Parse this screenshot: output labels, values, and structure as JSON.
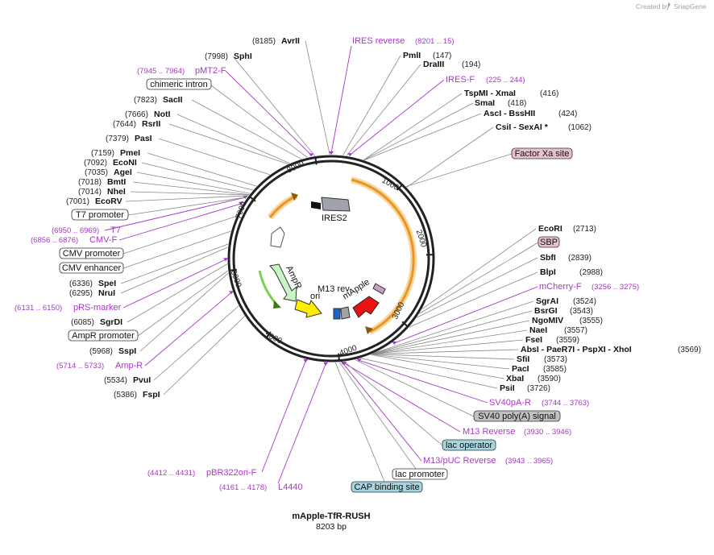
{
  "credit": {
    "text": "Created by",
    "brand": "SnapGene"
  },
  "map": {
    "name": "mApple-TfR-RUSH",
    "length": "8203 bp",
    "total_bp": 8203
  },
  "ticks": [
    "1000",
    "2000",
    "3000",
    "4000",
    "5000",
    "6000",
    "7000",
    "8000"
  ],
  "inner_features": [
    {
      "label": "IRES2"
    },
    {
      "label": "mApple"
    },
    {
      "label": "M13 rev"
    },
    {
      "label": "AmpR"
    },
    {
      "label": "ori"
    }
  ],
  "sites": [
    {
      "name": "AvrII",
      "pos": "(8185)",
      "bp": 8185
    },
    {
      "name": "SphI",
      "pos": "(7998)",
      "bp": 7998
    },
    {
      "name": "SacII",
      "pos": "(7823)",
      "bp": 7823
    },
    {
      "name": "NotI",
      "pos": "(7666)",
      "bp": 7666
    },
    {
      "name": "RsrII",
      "pos": "(7644)",
      "bp": 7644
    },
    {
      "name": "PasI",
      "pos": "(7379)",
      "bp": 7379
    },
    {
      "name": "PmeI",
      "pos": "(7159)",
      "bp": 7159
    },
    {
      "name": "EcoNI",
      "pos": "(7092)",
      "bp": 7092
    },
    {
      "name": "AgeI",
      "pos": "(7035)",
      "bp": 7035
    },
    {
      "name": "BmtI",
      "pos": "(7018)",
      "bp": 7018
    },
    {
      "name": "NheI",
      "pos": "(7014)",
      "bp": 7014
    },
    {
      "name": "EcoRV",
      "pos": "(7001)",
      "bp": 7001
    },
    {
      "name": "SpeI",
      "pos": "(6336)",
      "bp": 6336
    },
    {
      "name": "NruI",
      "pos": "(6295)",
      "bp": 6295
    },
    {
      "name": "SgrDI",
      "pos": "(6085)",
      "bp": 6085
    },
    {
      "name": "SspI",
      "pos": "(5968)",
      "bp": 5968
    },
    {
      "name": "PvuI",
      "pos": "(5534)",
      "bp": 5534
    },
    {
      "name": "FspI",
      "pos": "(5386)",
      "bp": 5386
    },
    {
      "name": "PmlI",
      "pos": "(147)",
      "bp": 147
    },
    {
      "name": "DraIII",
      "pos": "(194)",
      "bp": 194
    },
    {
      "name": "TspMI  -  XmaI",
      "pos": "(416)",
      "bp": 416
    },
    {
      "name": "SmaI",
      "pos": "(418)",
      "bp": 418
    },
    {
      "name": "AscI  -  BssHII",
      "pos": "(424)",
      "bp": 424
    },
    {
      "name": "CsiI  -  SexAI *",
      "pos": "(1062)",
      "bp": 1062
    },
    {
      "name": "EcoRI",
      "pos": "(2713)",
      "bp": 2713
    },
    {
      "name": "SbfI",
      "pos": "(2839)",
      "bp": 2839
    },
    {
      "name": "BlpI",
      "pos": "(2988)",
      "bp": 2988
    },
    {
      "name": "SgrAI",
      "pos": "(3524)",
      "bp": 3524
    },
    {
      "name": "BsrGI",
      "pos": "(3543)",
      "bp": 3543
    },
    {
      "name": "NgoMIV",
      "pos": "(3555)",
      "bp": 3555
    },
    {
      "name": "NaeI",
      "pos": "(3557)",
      "bp": 3557
    },
    {
      "name": "FseI",
      "pos": "(3559)",
      "bp": 3559
    },
    {
      "name": "AbsI  -  PaeR7I  -  PspXI  -  XhoI",
      "pos": "(3569)",
      "bp": 3569
    },
    {
      "name": "SfiI",
      "pos": "(3573)",
      "bp": 3573
    },
    {
      "name": "PacI",
      "pos": "(3585)",
      "bp": 3585
    },
    {
      "name": "XbaI",
      "pos": "(3590)",
      "bp": 3590
    },
    {
      "name": "PsiI",
      "pos": "(3726)",
      "bp": 3726
    }
  ],
  "primers": [
    {
      "name": "IRES reverse",
      "pos": "(8201 .. 15)"
    },
    {
      "name": "IRES-F",
      "pos": "(225 .. 244)"
    },
    {
      "name": "pMT2-F",
      "pos": "(7945 .. 7964)"
    },
    {
      "name": "T7",
      "pos": "(6950 .. 6969)"
    },
    {
      "name": "CMV-F",
      "pos": "(6856 .. 6876)"
    },
    {
      "name": "pRS-marker",
      "pos": "(6131 .. 6150)"
    },
    {
      "name": "Amp-R",
      "pos": "(5714 .. 5733)"
    },
    {
      "name": "pBR322ori-F",
      "pos": "(4412 .. 4431)"
    },
    {
      "name": "L4440",
      "pos": "(4161 .. 4178)"
    },
    {
      "name": "mCherry-F",
      "pos": "(3256 .. 3275)"
    },
    {
      "name": "SV40pA-R",
      "pos": "(3744 .. 3763)"
    },
    {
      "name": "M13 Reverse",
      "pos": "(3930 .. 3946)"
    },
    {
      "name": "M13/pUC Reverse",
      "pos": "(3943 .. 3965)"
    }
  ],
  "boxes": [
    {
      "name": "chimeric intron",
      "fill": "#ffffff"
    },
    {
      "name": "T7 promoter",
      "fill": "#ffffff"
    },
    {
      "name": "CMV promoter",
      "fill": "#ffffff"
    },
    {
      "name": "CMV enhancer",
      "fill": "#ffffff"
    },
    {
      "name": "AmpR promoter",
      "fill": "#ffffff"
    },
    {
      "name": "Factor Xa site",
      "fill": "#e6c0cc"
    },
    {
      "name": "SBP",
      "fill": "#e6c0cc"
    },
    {
      "name": "SV40 poly(A) signal",
      "fill": "#c0c0c0"
    },
    {
      "name": "lac operator",
      "fill": "#a6d5e0"
    },
    {
      "name": "lac promoter",
      "fill": "#ffffff"
    },
    {
      "name": "CAP binding site",
      "fill": "#a6d5e0"
    }
  ],
  "colors": {
    "primer": "#a637c8",
    "backbone": "#222222",
    "orange": "#f0a830",
    "mapple": "#ee1111",
    "ampr": "#c8f5c8",
    "ori": "#ffee00"
  }
}
